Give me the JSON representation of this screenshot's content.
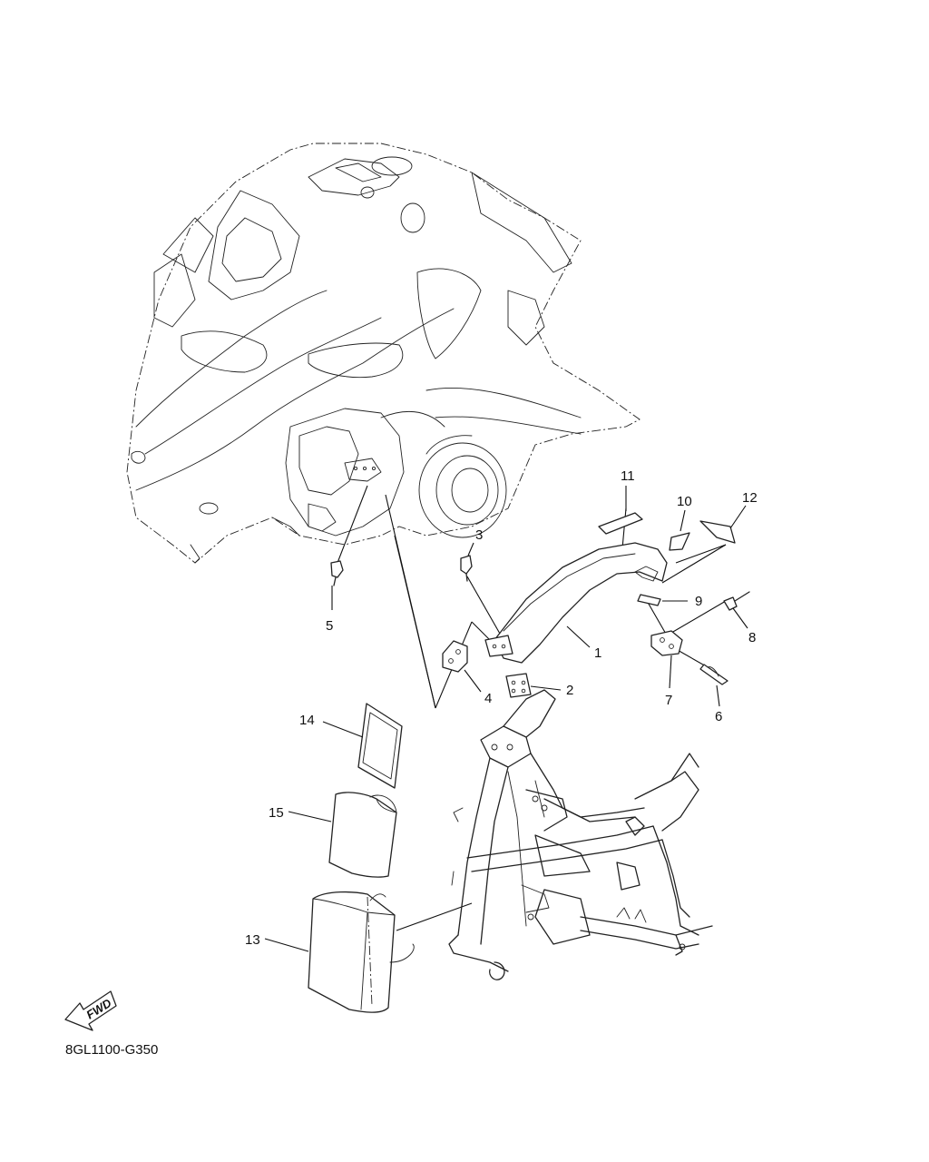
{
  "diagram": {
    "code": "8GL1100-G350",
    "fwd_label": "FWD",
    "callouts": [
      {
        "id": "1",
        "text": "1"
      },
      {
        "id": "2",
        "text": "2"
      },
      {
        "id": "3",
        "text": "3"
      },
      {
        "id": "4",
        "text": "4"
      },
      {
        "id": "5",
        "text": "5"
      },
      {
        "id": "6",
        "text": "6"
      },
      {
        "id": "7",
        "text": "7"
      },
      {
        "id": "8",
        "text": "8"
      },
      {
        "id": "9",
        "text": "9"
      },
      {
        "id": "10",
        "text": "10"
      },
      {
        "id": "11",
        "text": "11"
      },
      {
        "id": "12",
        "text": "12"
      },
      {
        "id": "13",
        "text": "13"
      },
      {
        "id": "14",
        "text": "14"
      },
      {
        "id": "15",
        "text": "15"
      }
    ]
  }
}
